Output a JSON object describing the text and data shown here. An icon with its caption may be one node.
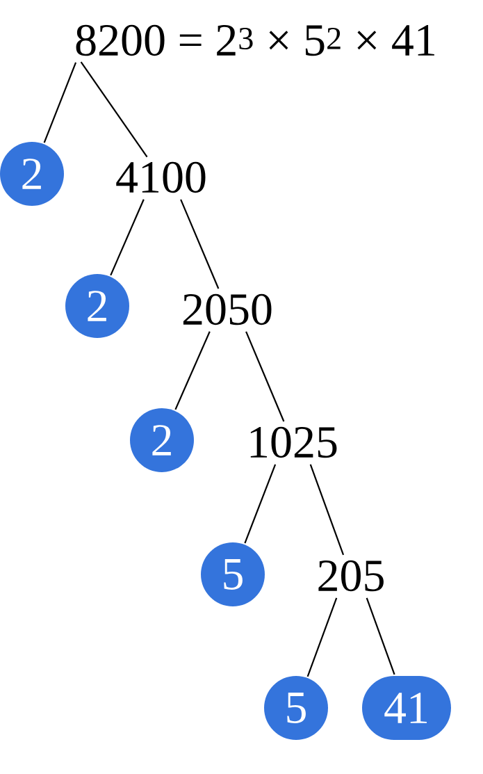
{
  "diagram": {
    "nodes": [
      {
        "text": [
          "8200 = 2$^{3}$ × 5$^{2}$ × 41"
        ]
      },
      {
        "text": [
          "2"
        ]
      },
      {
        "text": [
          "4100"
        ]
      },
      {
        "text": [
          "2"
        ]
      },
      {
        "text": [
          "2050"
        ]
      },
      {
        "text": [
          "2"
        ]
      },
      {
        "text": [
          "1025"
        ]
      },
      {
        "text": [
          "5"
        ]
      },
      {
        "text": [
          "205"
        ]
      },
      {
        "text": [
          "5"
        ]
      },
      {
        "text": [
          "41"
        ]
      }
    ],
    "edges": [
      {
        "from": 0,
        "to": 1,
        "arrow": "none"
      },
      {
        "from": 0,
        "to": 2,
        "arrow": "none"
      },
      {
        "from": 2,
        "to": 3,
        "arrow": "none"
      },
      {
        "from": 2,
        "to": 4,
        "arrow": "none"
      },
      {
        "from": 4,
        "to": 5,
        "arrow": "none"
      },
      {
        "from": 4,
        "to": 6,
        "arrow": "none"
      },
      {
        "from": 6,
        "to": 7,
        "arrow": "none"
      },
      {
        "from": 6,
        "to": 8,
        "arrow": "none"
      },
      {
        "from": 8,
        "to": 9,
        "arrow": "none"
      },
      {
        "from": 8,
        "to": 10,
        "arrow": "none"
      }
    ]
  }
}
